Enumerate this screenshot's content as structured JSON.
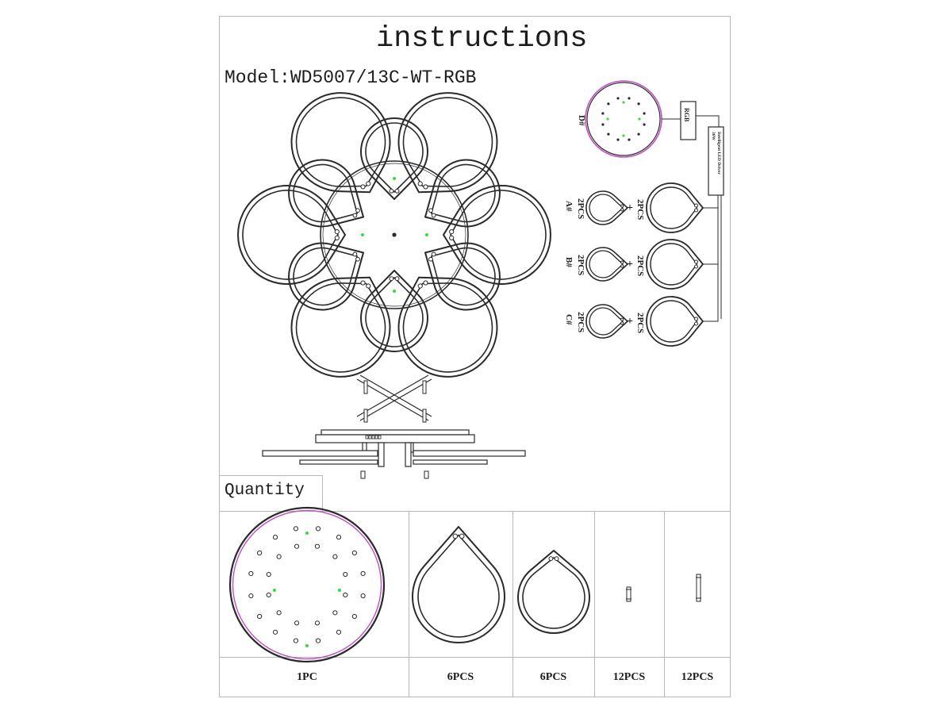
{
  "title": "instructions",
  "model": "Model:WD5007/13C-WT-RGB",
  "colors": {
    "line": "#2a2a2a",
    "border": "#b8b8b8",
    "accent_ring": "#c24fc4",
    "led_dot": "#3fd83f"
  },
  "wiring": {
    "controller_label": "D#",
    "rgb_box": "RGB",
    "driver_box": {
      "line1": "Intelligent LED Driver",
      "line2": "36W"
    },
    "rows": [
      {
        "label": "A#",
        "inner_qty": "2PCS",
        "plus": "+",
        "outer_qty": "2PCS"
      },
      {
        "label": "B#",
        "inner_qty": "2PCS",
        "plus": "+",
        "outer_qty": "2PCS"
      },
      {
        "label": "C#",
        "inner_qty": "2PCS",
        "plus": "+",
        "outer_qty": "2PCS"
      }
    ]
  },
  "quantity": {
    "heading": "Quantity",
    "counts": [
      "1PC",
      "6PCS",
      "6PCS",
      "12PCS",
      "12PCS"
    ]
  }
}
